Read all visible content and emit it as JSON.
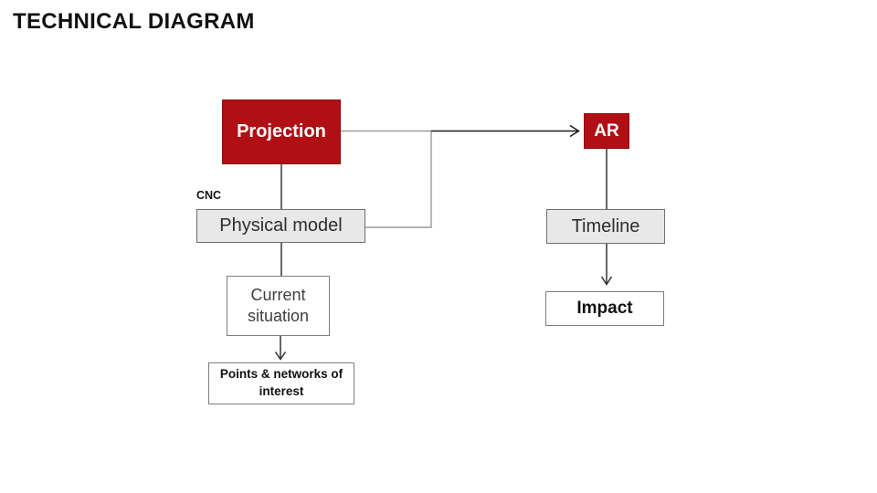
{
  "page": {
    "title": "TECHNICAL DIAGRAM",
    "background_color": "#ffffff"
  },
  "colors": {
    "accent_red": "#b00f14",
    "red_box_border": "#8e0c10",
    "gray_box_fill": "#e8e8e8",
    "gray_box_border": "#6f6f6f",
    "white_box_border": "#7d7d7d",
    "connector_dark": "#1c1c1c",
    "connector_gray": "#9a9a9a",
    "title_color": "#111111"
  },
  "diagram": {
    "nodes": {
      "projection": {
        "label": "Projection",
        "style": "red"
      },
      "ar": {
        "label": "AR",
        "style": "red"
      },
      "cnc": {
        "label": "CNC",
        "style": "annotation"
      },
      "physical_model": {
        "label": "Physical model",
        "style": "gray"
      },
      "timeline": {
        "label": "Timeline",
        "style": "gray"
      },
      "current_situation": {
        "label": "Current situation",
        "style": "white"
      },
      "impact": {
        "label": "Impact",
        "style": "white-bold"
      },
      "points_networks": {
        "label": "Points & networks of interest",
        "style": "white-bold"
      }
    },
    "edges": [
      {
        "from": "projection",
        "to": "ar",
        "type": "arrow"
      },
      {
        "from": "projection",
        "to": "physical_model",
        "type": "line"
      },
      {
        "from": "physical_model",
        "to": "projection_ar_connector",
        "type": "elbow-line"
      },
      {
        "from": "physical_model",
        "to": "current_situation",
        "type": "line"
      },
      {
        "from": "current_situation",
        "to": "points_networks",
        "type": "arrow"
      },
      {
        "from": "ar",
        "to": "timeline",
        "type": "line"
      },
      {
        "from": "timeline",
        "to": "impact",
        "type": "arrow"
      }
    ]
  }
}
